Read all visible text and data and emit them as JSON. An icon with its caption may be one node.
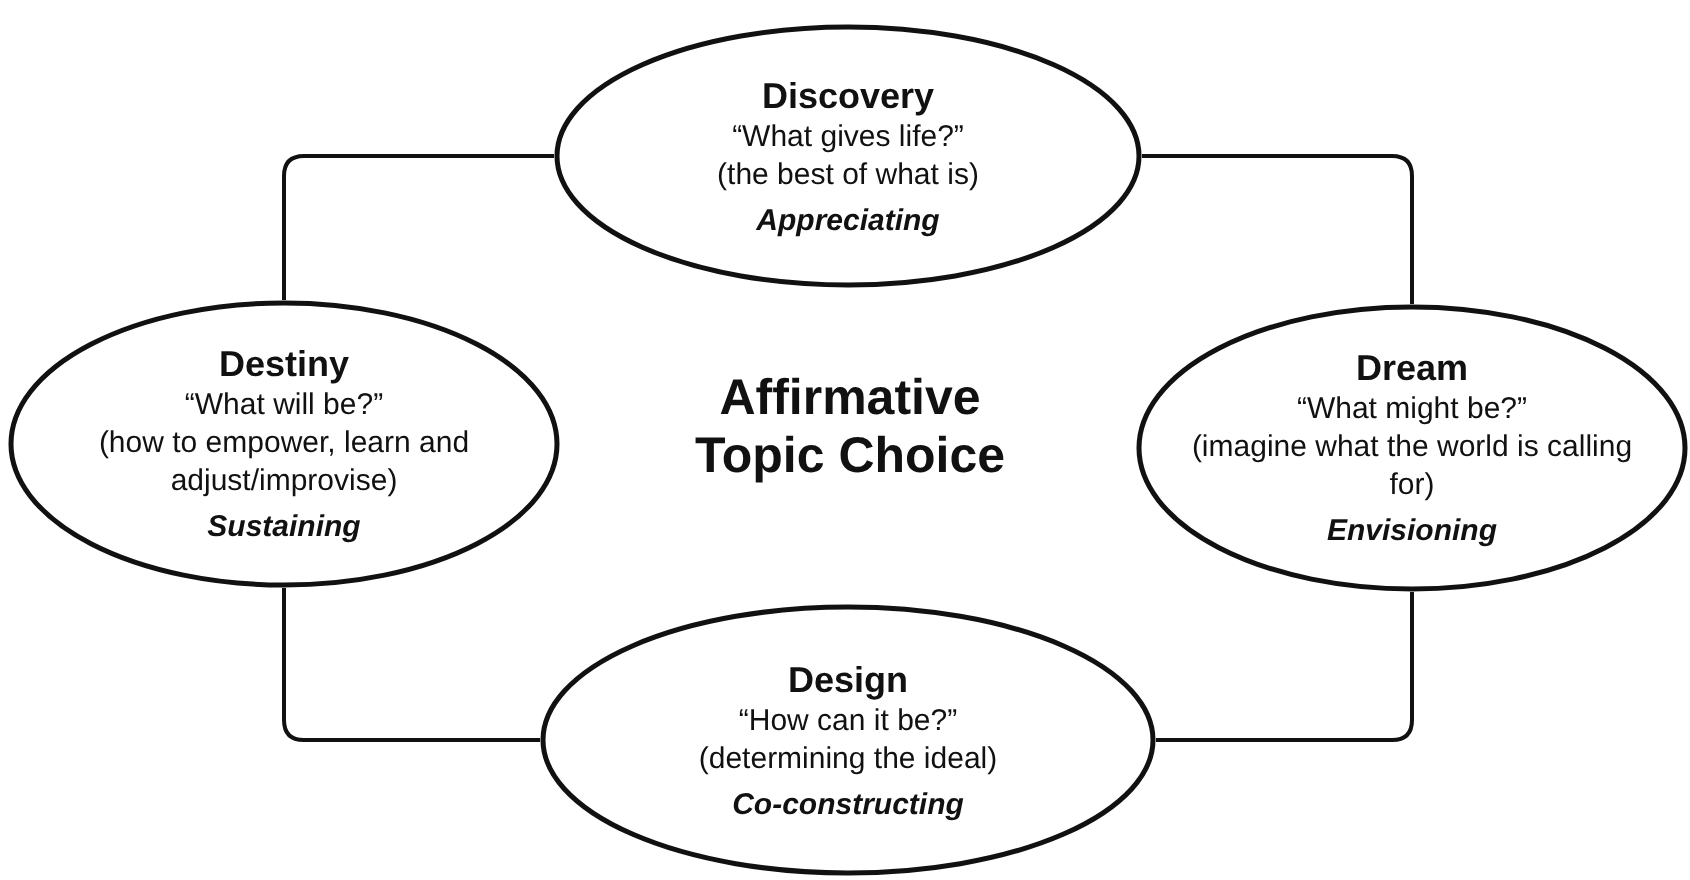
{
  "diagram": {
    "nodes": [
      {
        "text": [
          "Discovery",
          "“What gives life?”",
          "(the best of what is)",
          "Appreciating"
        ]
      },
      {
        "text": [
          "Dream",
          "“What might be?”",
          "(imagine what the world is calling for)",
          "Envisioning"
        ]
      },
      {
        "text": [
          "Design",
          "“How can it be?”",
          "(determining the ideal)",
          "Co-constructing"
        ]
      },
      {
        "text": [
          "Destiny",
          "“What will be?”",
          "(how to empower, learn and adjust/improvise)",
          "Sustaining"
        ]
      }
    ],
    "edges": [
      {
        "from": 0,
        "to": 1,
        "arrow": "none"
      },
      {
        "from": 1,
        "to": 2,
        "arrow": "none"
      },
      {
        "from": 2,
        "to": 3,
        "arrow": "none"
      },
      {
        "from": 3,
        "to": 0,
        "arrow": "none"
      }
    ],
    "labels": [
      "Affirmative Topic Choice"
    ]
  }
}
